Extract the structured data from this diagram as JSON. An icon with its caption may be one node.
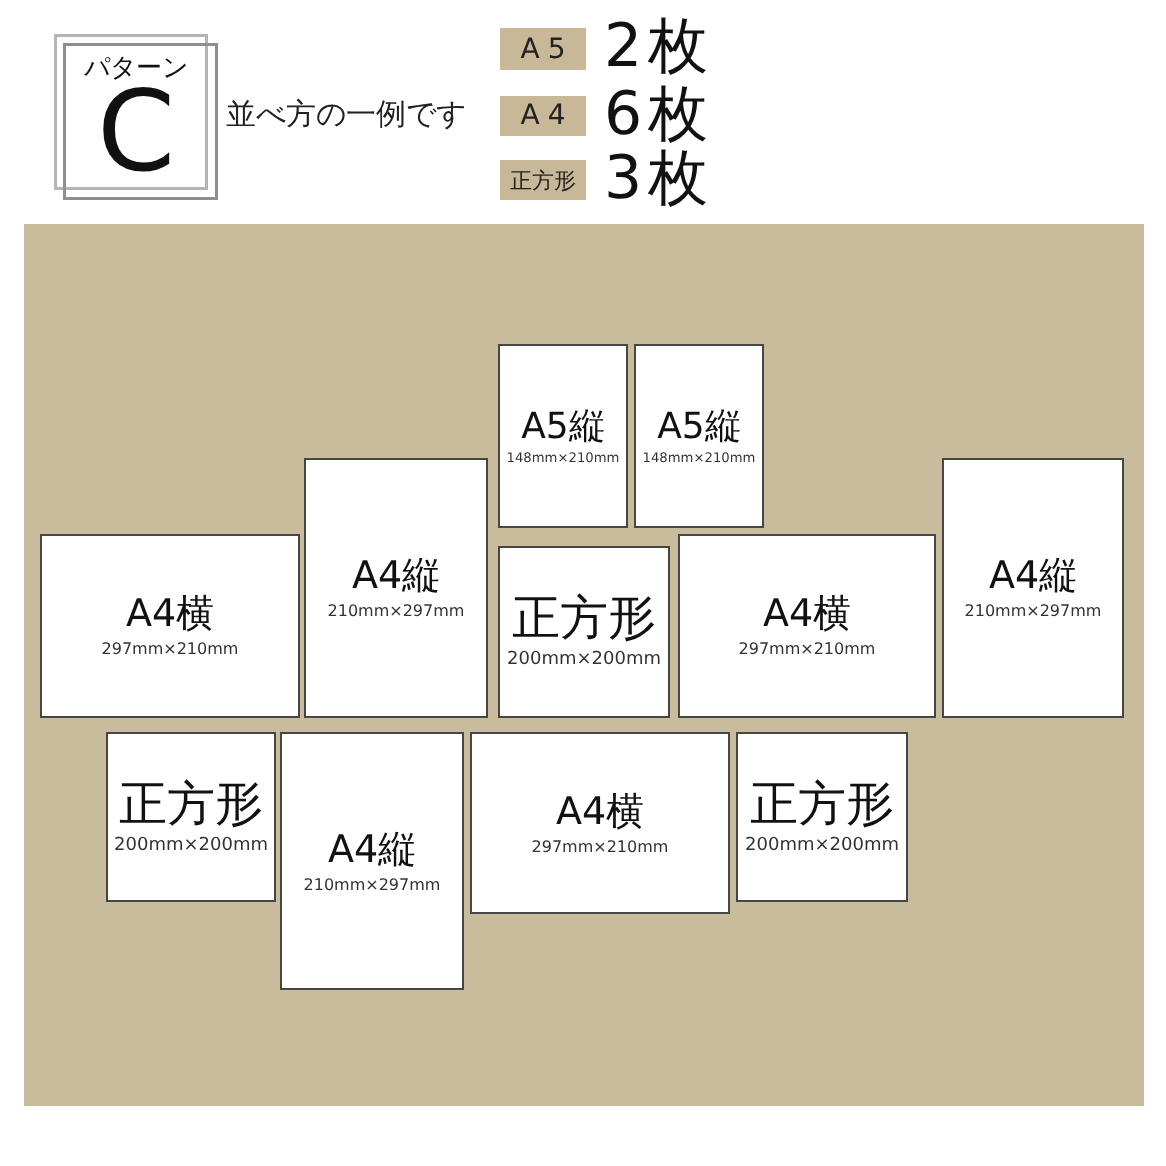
{
  "diagram": {
    "nodes": [
      {
        "text": [
          "パターン",
          "C"
        ]
      },
      {
        "text": [
          "A5"
        ],
        "beside": [
          "2枚"
        ]
      },
      {
        "text": [
          "A4"
        ],
        "beside": [
          "6枚"
        ]
      },
      {
        "text": [
          "正方形"
        ],
        "beside": [
          "3枚"
        ]
      },
      {
        "text": [],
        "shape": "box"
      },
      {
        "text": [
          "A5縦",
          "148mm×210mm"
        ],
        "in": 4
      },
      {
        "text": [
          "A5縦",
          "148mm×210mm"
        ],
        "in": 4
      },
      {
        "text": [
          "A4横",
          "297mm×210mm"
        ],
        "in": 4
      },
      {
        "text": [
          "A4縦",
          "210mm×297mm"
        ],
        "in": 4
      },
      {
        "text": [
          "正方形",
          "200mm×200mm"
        ],
        "in": 4
      },
      {
        "text": [
          "A4横",
          "297mm×210mm"
        ],
        "in": 4
      },
      {
        "text": [
          "A4縦",
          "210mm×297mm"
        ],
        "in": 4
      },
      {
        "text": [
          "正方形",
          "200mm×200mm"
        ],
        "in": 4
      },
      {
        "text": [
          "A4縦",
          "210mm×297mm"
        ],
        "in": 4
      },
      {
        "text": [
          "A4横",
          "297mm×210mm"
        ],
        "in": 4
      },
      {
        "text": [
          "正方形",
          "200mm×200mm"
        ],
        "in": 4
      }
    ],
    "labels": [
      "並べ方の一例です"
    ]
  }
}
